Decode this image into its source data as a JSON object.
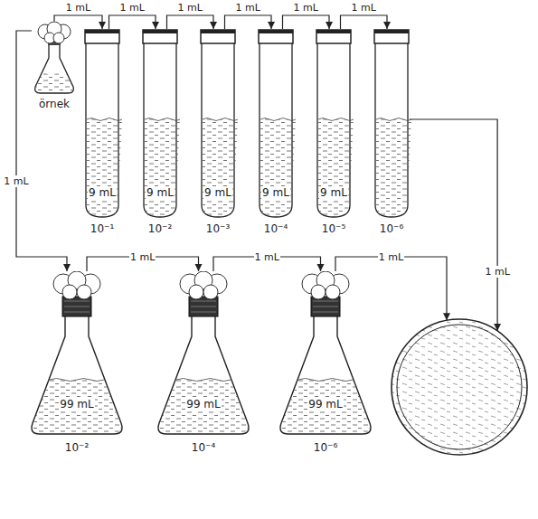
{
  "diagram": {
    "nodes": [
      {
        "text": [
          "örnek"
        ]
      },
      {
        "text": [
          "9 mL",
          "10⁻¹"
        ]
      },
      {
        "text": [
          "9 mL",
          "10⁻²"
        ]
      },
      {
        "text": [
          "9 mL",
          "10⁻³"
        ]
      },
      {
        "text": [
          "9 mL",
          "10⁻⁴"
        ]
      },
      {
        "text": [
          "9 mL",
          "10⁻⁵"
        ]
      },
      {
        "text": [
          "10⁻⁶"
        ]
      },
      {
        "text": [
          "99 mL",
          "10⁻²"
        ]
      },
      {
        "text": [
          "99 mL",
          "10⁻⁴"
        ]
      },
      {
        "text": [
          "99 mL",
          "10⁻⁶"
        ]
      },
      {
        "text": []
      }
    ],
    "edges": [
      {
        "from": 0,
        "to": 1,
        "arrow": "to",
        "label": "1 mL"
      },
      {
        "from": 1,
        "to": 2,
        "arrow": "to",
        "label": "1 mL"
      },
      {
        "from": 2,
        "to": 3,
        "arrow": "to",
        "label": "1 mL"
      },
      {
        "from": 3,
        "to": 4,
        "arrow": "to",
        "label": "1 mL"
      },
      {
        "from": 4,
        "to": 5,
        "arrow": "to",
        "label": "1 mL"
      },
      {
        "from": 5,
        "to": 6,
        "arrow": "to",
        "label": "1 mL"
      },
      {
        "from": 0,
        "to": 7,
        "arrow": "to",
        "label": "1 mL"
      },
      {
        "from": 7,
        "to": 8,
        "arrow": "to",
        "label": "1 mL"
      },
      {
        "from": 8,
        "to": 9,
        "arrow": "to",
        "label": "1 mL"
      },
      {
        "from": 9,
        "to": 10,
        "arrow": "to",
        "label": "1 mL"
      },
      {
        "from": 6,
        "to": 10,
        "arrow": "to",
        "label": "1 mL"
      }
    ]
  }
}
